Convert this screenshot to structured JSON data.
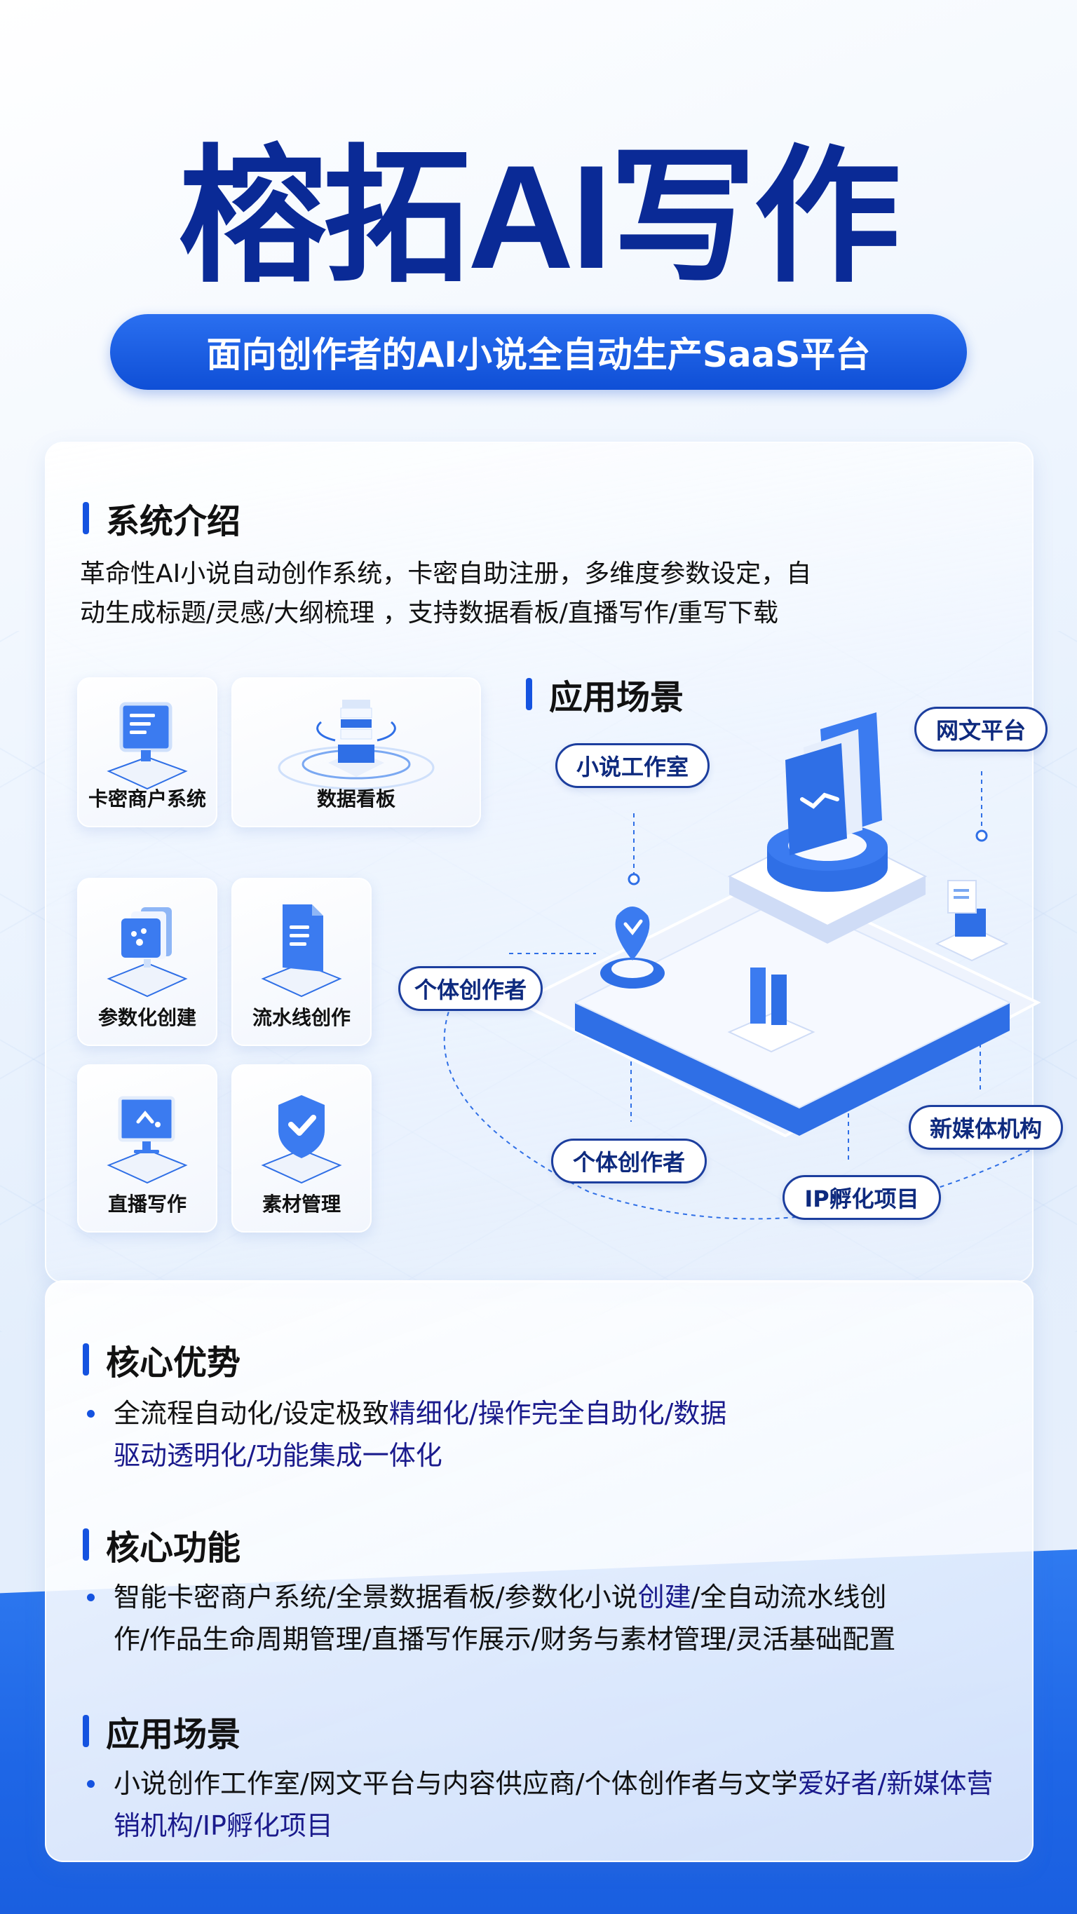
{
  "header": {
    "title": "榕拓AI写作",
    "subtitle": "面向创作者的AI小说全自动生产SaaS平台"
  },
  "intro": {
    "heading": "系统介绍",
    "text_line1": "革命性AI小说自动创作系统，卡密自助注册，多维度参数设定，自",
    "text_line2": "动生成标题/灵感/大纲梳理 ，支持数据看板/直播写作/重写下载"
  },
  "features": [
    {
      "label": "卡密商户系统",
      "icon": "monitor-icon"
    },
    {
      "label": "数据看板",
      "icon": "server-stack-icon"
    },
    {
      "label": "参数化创建",
      "icon": "folder-monitor-icon"
    },
    {
      "label": "流水线创作",
      "icon": "document-icon"
    },
    {
      "label": "直播写作",
      "icon": "live-monitor-icon"
    },
    {
      "label": "素材管理",
      "icon": "shield-check-icon"
    }
  ],
  "scenarios_diagram": {
    "heading": "应用场景",
    "tags": [
      "小说工作室",
      "网文平台",
      "个体创作者",
      "个体创作者",
      "新媒体机构",
      "IP孵化项目"
    ]
  },
  "advantages": {
    "heading": "核心优势",
    "text_plain": "全流程自动化/设定极致",
    "text_highlight_line1": "精细化/操作完全自助化/数据",
    "text_highlight_line2": "驱动透明化/功能集成一体化"
  },
  "functions": {
    "heading": "核心功能",
    "text_part1": "智能卡密商户系统/全景数据看板/参数化小说",
    "text_highlight": "创建",
    "text_part2": "/全自动流水线创",
    "text_line2": "作/作品生命周期管理/直播写作展示/财务与素材管理/灵活基础配置"
  },
  "scenarios": {
    "heading": "应用场景",
    "text_plain": "小说创作工作室/网文平台与内容供应商/个体创作者与文学",
    "text_highlight_line1": "爱好者/新媒体营",
    "text_highlight_line2": "销机构/IP孵化项目"
  },
  "colors": {
    "title": "#0a2a96",
    "accent": "#1553e0",
    "highlight_text": "#1a1a8c",
    "bottom_blue": "#1e66e6"
  }
}
